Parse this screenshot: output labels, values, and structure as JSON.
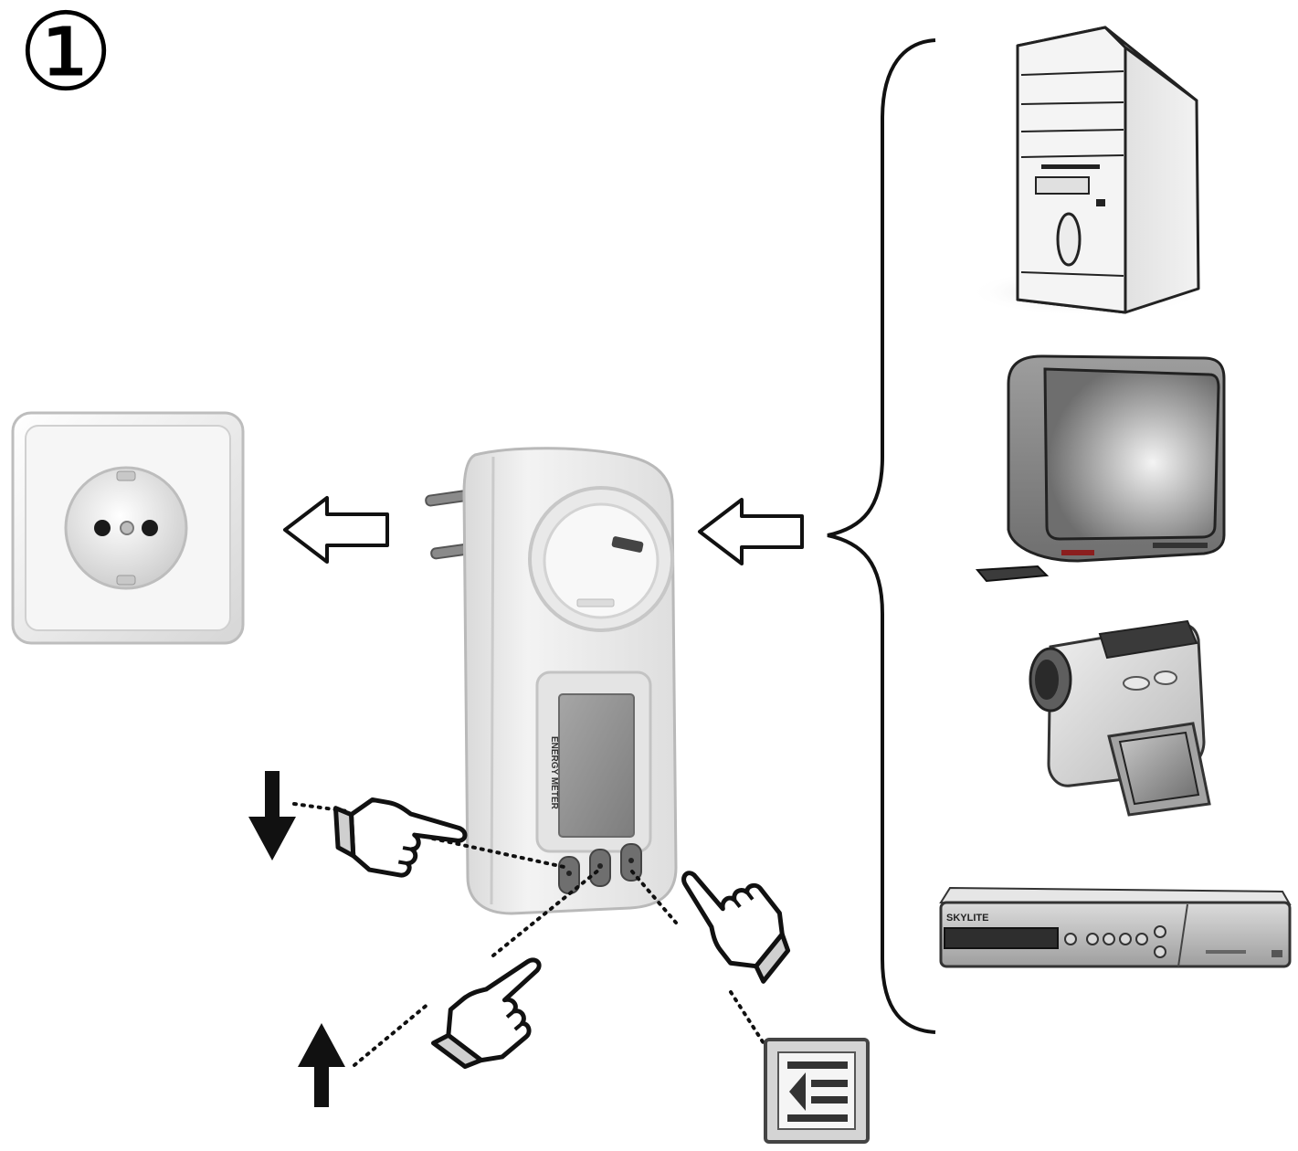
{
  "step": {
    "marker": "①"
  },
  "meter": {
    "brand": "ENERGY METER"
  },
  "set_top_box": {
    "brand": "SKYLITE"
  },
  "icons": {
    "wall_socket": "schuko-wall-socket-icon",
    "energy_meter": "plug-in-energy-meter-icon",
    "computer": "desktop-tower-pc-icon",
    "tv": "crt-television-icon",
    "camcorder": "camcorder-icon",
    "receiver": "satellite-receiver-icon",
    "hand": "pointing-hand-icon",
    "down": "arrow-down-icon",
    "up": "arrow-up-icon",
    "menu": "menu-return-icon"
  },
  "colors": {
    "outline": "#111111",
    "device_body": "#ededed",
    "screen": "#9a9a9a",
    "arrow_fill": "#ffffff"
  }
}
